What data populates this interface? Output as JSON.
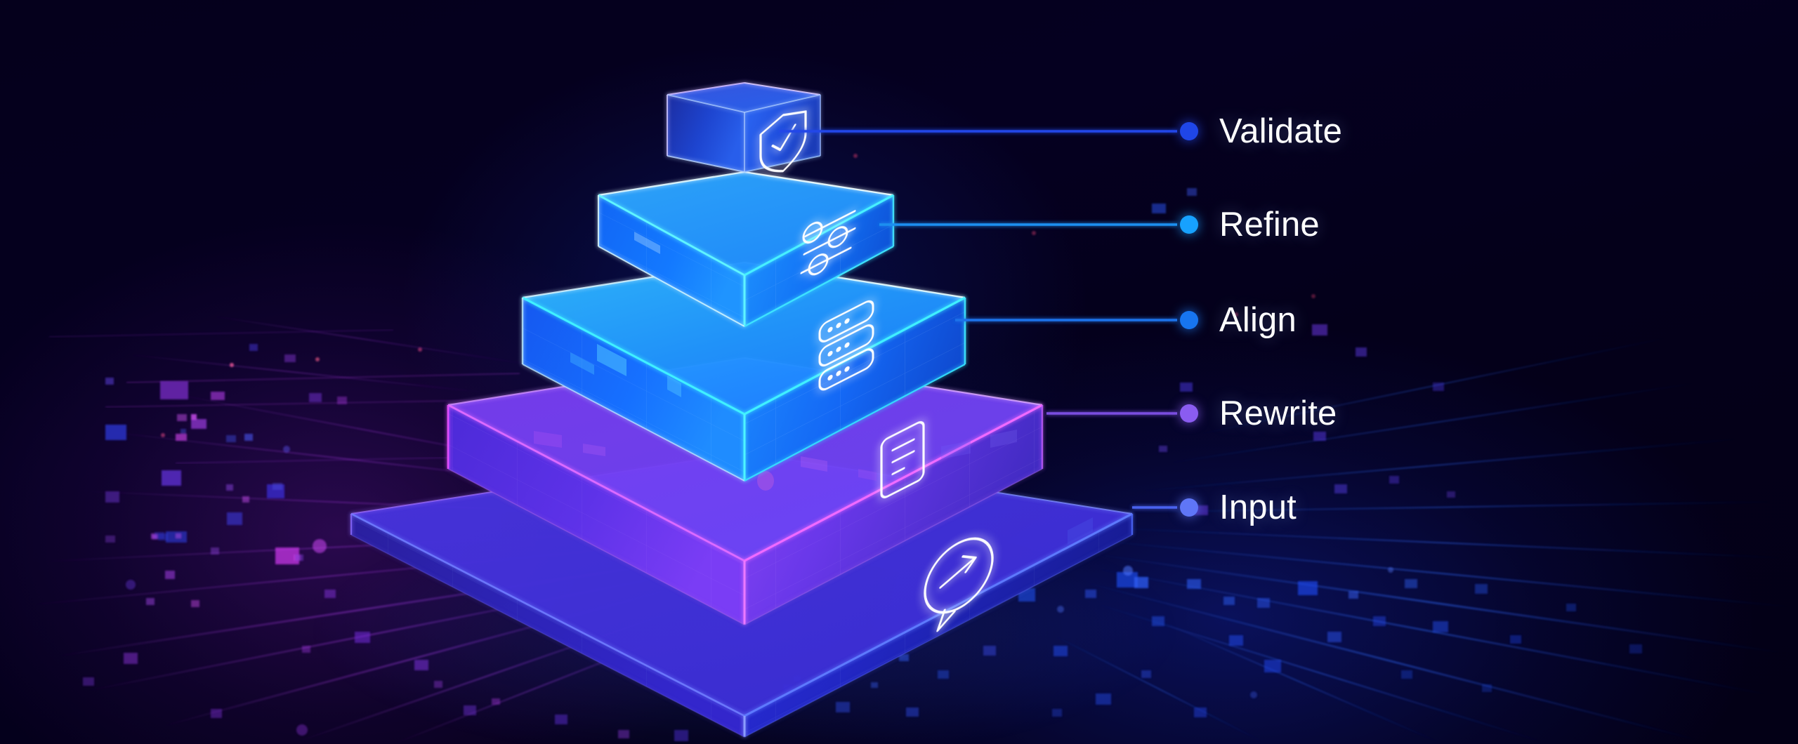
{
  "background": {
    "base_color": "#03001a",
    "purple_glow": "#801ebe",
    "blue_glow": "#1632dc",
    "description": "dark navy tech background with floating square particles and radial light streaks"
  },
  "diagram": {
    "type": "isometric-layered-pyramid",
    "title": "",
    "tiers": [
      {
        "id": "tier-validate",
        "label": "Validate",
        "level": 5,
        "icon": "shield-check-icon",
        "accent_color": "#2b5cf5",
        "top_color": "#7d4ff5",
        "face_color": "#1f5bff"
      },
      {
        "id": "tier-refine",
        "label": "Refine",
        "level": 4,
        "icon": "sliders-icon",
        "accent_color": "#1a9cff",
        "top_color": "#35c8ff",
        "face_color": "#1274ff"
      },
      {
        "id": "tier-align",
        "label": "Align",
        "level": 3,
        "icon": "server-stack-icon",
        "accent_color": "#1a86f5",
        "top_color": "#2ae0ff",
        "face_color": "#1668ff"
      },
      {
        "id": "tier-rewrite",
        "label": "Rewrite",
        "level": 2,
        "icon": "document-lines-icon",
        "accent_color": "#8b4df0",
        "top_color": "#e35bff",
        "face_color": "#6a3ce0"
      },
      {
        "id": "tier-input",
        "label": "Input",
        "level": 1,
        "icon": "chat-arrow-icon",
        "accent_color": "#5a6cf5",
        "top_color": "#d455ff",
        "face_color": "#3a2ec4"
      }
    ]
  },
  "legend": {
    "items": [
      {
        "label": "Validate",
        "dot_color": "#1f46e8",
        "connector_color": "#2447e8"
      },
      {
        "label": "Refine",
        "dot_color": "#17a1ff",
        "connector_color": "#1b8ff0"
      },
      {
        "label": "Align",
        "dot_color": "#1775ef",
        "connector_color": "#1a72ea"
      },
      {
        "label": "Rewrite",
        "dot_color": "#8a5cf0",
        "connector_color": "#7a4ee0"
      },
      {
        "label": "Input",
        "dot_color": "#5f76f7",
        "connector_color": "#4a62ee"
      }
    ]
  }
}
